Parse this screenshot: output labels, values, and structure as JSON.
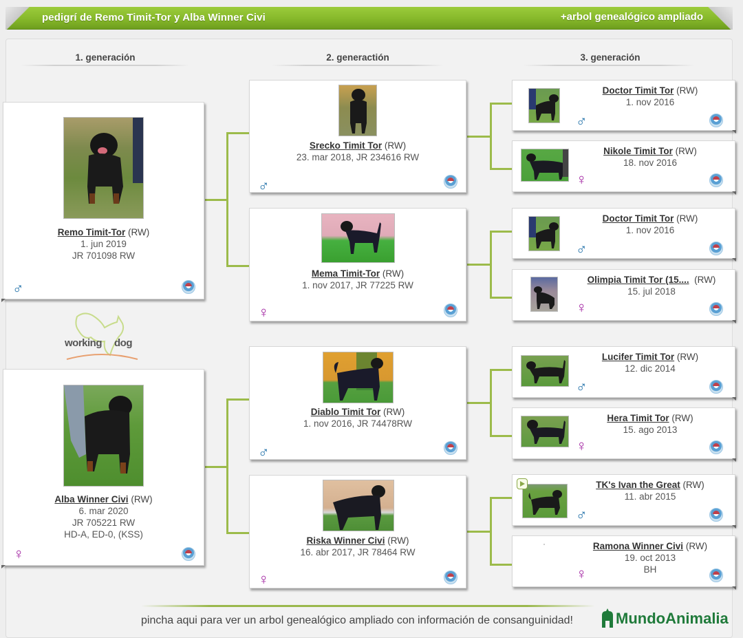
{
  "header": {
    "title": "pedigrí de Remo Timit-Tor y Alba Winner Civi",
    "extended_link": "+arbol genealógico ampliado"
  },
  "generations": {
    "g1": "1. generación",
    "g2": "2. generactión",
    "g3": "3. generación"
  },
  "colors": {
    "accent_green": "#86b82a",
    "connector_green": "#9cbb4a",
    "male_blue": "#1e6fa8",
    "female_purple": "#a020a0"
  },
  "gen1": [
    {
      "name": "Remo Timit-Tor",
      "breed": "(RW)",
      "lines": [
        "1. jun 2019",
        "JR 701098 RW"
      ],
      "sex": "male",
      "sex_icon": "♂"
    },
    {
      "name": "Alba Winner Civi",
      "breed": "(RW)",
      "lines": [
        "6. mar 2020",
        "JR 705221 RW",
        "HD-A, ED-0, (KSS)"
      ],
      "sex": "female",
      "sex_icon": "♀"
    }
  ],
  "gen2": [
    {
      "name": "Srecko Timit Tor",
      "breed": "(RW)",
      "lines": [
        "23. mar 2018, JR 234616 RW"
      ],
      "sex": "male",
      "sex_icon": "♂"
    },
    {
      "name": "Mema Timit-Tor",
      "breed": "(RW)",
      "lines": [
        "1. nov 2017, JR 77225 RW"
      ],
      "sex": "female",
      "sex_icon": "♀"
    },
    {
      "name": "Diablo Timit Tor",
      "breed": "(RW)",
      "lines": [
        "1. nov 2016, JR 74478RW"
      ],
      "sex": "male",
      "sex_icon": "♂"
    },
    {
      "name": "Riska Winner Civi",
      "breed": "(RW)",
      "lines": [
        "16. abr 2017, JR 78464 RW"
      ],
      "sex": "female",
      "sex_icon": "♀"
    }
  ],
  "gen3": [
    {
      "name": "Doctor Timit Tor",
      "breed": "(RW)",
      "lines": [
        "1. nov 2016"
      ],
      "sex": "male",
      "sex_icon": "♂"
    },
    {
      "name": "Nikole Timit Tor",
      "breed": "(RW)",
      "lines": [
        "18. nov 2016"
      ],
      "sex": "female",
      "sex_icon": "♀"
    },
    {
      "name": "Doctor Timit Tor",
      "breed": "(RW)",
      "lines": [
        "1. nov 2016"
      ],
      "sex": "male",
      "sex_icon": "♂"
    },
    {
      "name": "Olimpia Timit Tor (15....",
      "breed": "(RW)",
      "lines": [
        "15. jul 2018"
      ],
      "sex": "female",
      "sex_icon": "♀"
    },
    {
      "name": "Lucifer Timit Tor",
      "breed": "(RW)",
      "lines": [
        "12. dic 2014"
      ],
      "sex": "male",
      "sex_icon": "♂"
    },
    {
      "name": "Hera Timit Tor",
      "breed": "(RW)",
      "lines": [
        "15. ago 2013"
      ],
      "sex": "female",
      "sex_icon": "♀"
    },
    {
      "name": "TK's Ivan the Great",
      "breed": "(RW)",
      "lines": [
        "11. abr 2015"
      ],
      "sex": "male",
      "sex_icon": "♂"
    },
    {
      "name": "Ramona Winner Civi",
      "breed": "(RW)",
      "lines": [
        "19. oct 2013",
        "BH"
      ],
      "sex": "female",
      "sex_icon": "♀"
    }
  ],
  "logos": {
    "working_dog": {
      "left": "working",
      "right": "dog"
    },
    "mundo": "MundoAnimalia"
  },
  "footer": {
    "text": "pincha aqui para ver un arbol genealógico ampliado con información de consanguinidad!"
  }
}
